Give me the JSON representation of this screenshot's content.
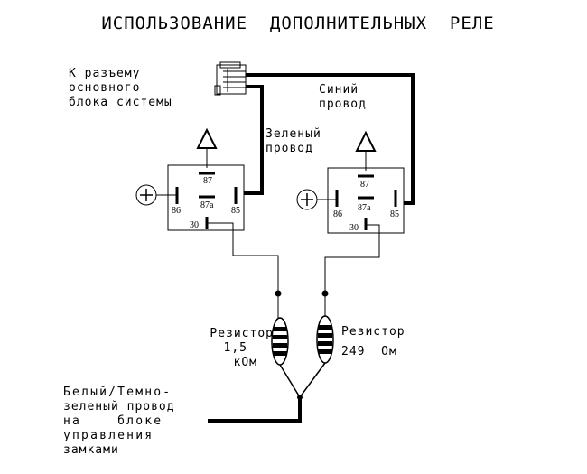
{
  "title": "ИСПОЛЬЗОВАНИЕ  ДОПОЛНИТЕЛЬНЫХ  РЕЛЕ",
  "labels": {
    "connector": [
      "К разъему",
      "основного",
      "блока системы"
    ],
    "blue_wire": [
      "Синий",
      "провод"
    ],
    "green_wire": [
      "Зеленый",
      "провод"
    ],
    "resistor_left": [
      "Резистор",
      "1,5",
      "кОм"
    ],
    "resistor_right": [
      "Резистор",
      "249  Ом"
    ],
    "white_wire": [
      "Белый/Темно-",
      "зеленый провод",
      "на    блоке",
      "управления",
      "замками"
    ]
  },
  "relay_left": {
    "pins": {
      "p87": "87",
      "p87a": "87a",
      "p86": "86",
      "p85": "85",
      "p30": "30"
    }
  },
  "relay_right": {
    "pins": {
      "p87": "87",
      "p87a": "87a",
      "p86": "86",
      "p85": "85",
      "p30": "30"
    }
  },
  "colors": {
    "line": "#000000",
    "background": "#ffffff"
  }
}
